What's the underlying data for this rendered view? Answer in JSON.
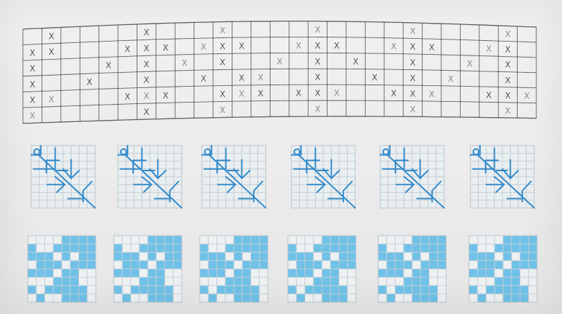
{
  "colors": {
    "paper": "#ececec",
    "grid_line": "#2b2b2b",
    "x_mark": "#3a3a3a",
    "light_grid": "#b9c4cc",
    "motif_line": "#2f88c9",
    "motif_fill": "#6fc1e8"
  },
  "cross_stitch": {
    "rows": 6,
    "cols": 27,
    "mark": "X",
    "marks": [
      [
        1,
        0
      ],
      [
        6,
        0
      ],
      [
        10,
        0
      ],
      [
        15,
        0
      ],
      [
        20,
        0
      ],
      [
        25,
        0
      ],
      [
        0,
        1
      ],
      [
        1,
        1
      ],
      [
        5,
        1
      ],
      [
        6,
        1
      ],
      [
        7,
        1
      ],
      [
        9,
        1
      ],
      [
        10,
        1
      ],
      [
        11,
        1
      ],
      [
        14,
        1
      ],
      [
        15,
        1
      ],
      [
        16,
        1
      ],
      [
        19,
        1
      ],
      [
        20,
        1
      ],
      [
        21,
        1
      ],
      [
        24,
        1
      ],
      [
        25,
        1
      ],
      [
        0,
        2
      ],
      [
        4,
        2
      ],
      [
        6,
        2
      ],
      [
        8,
        2
      ],
      [
        10,
        2
      ],
      [
        13,
        2
      ],
      [
        15,
        2
      ],
      [
        17,
        2
      ],
      [
        20,
        2
      ],
      [
        23,
        2
      ],
      [
        25,
        2
      ],
      [
        0,
        3
      ],
      [
        3,
        3
      ],
      [
        6,
        3
      ],
      [
        9,
        3
      ],
      [
        11,
        3
      ],
      [
        12,
        3
      ],
      [
        15,
        3
      ],
      [
        18,
        3
      ],
      [
        20,
        3
      ],
      [
        22,
        3
      ],
      [
        25,
        3
      ],
      [
        0,
        4
      ],
      [
        1,
        4
      ],
      [
        5,
        4
      ],
      [
        6,
        4
      ],
      [
        7,
        4
      ],
      [
        10,
        4
      ],
      [
        11,
        4
      ],
      [
        12,
        4
      ],
      [
        14,
        4
      ],
      [
        15,
        4
      ],
      [
        16,
        4
      ],
      [
        19,
        4
      ],
      [
        20,
        4
      ],
      [
        21,
        4
      ],
      [
        24,
        4
      ],
      [
        25,
        4
      ],
      [
        26,
        4
      ],
      [
        0,
        5
      ],
      [
        6,
        5
      ],
      [
        10,
        5
      ],
      [
        15,
        5
      ],
      [
        20,
        5
      ],
      [
        25,
        5
      ]
    ]
  },
  "branch_tiles": {
    "count": 6,
    "grid": 8,
    "segments": [
      [
        0.6,
        0.9,
        8,
        8
      ],
      [
        1.2,
        1.2,
        1.2,
        0
      ],
      [
        1.2,
        1.2,
        0,
        1.2
      ],
      [
        1.9,
        1.9,
        3.5,
        1.9
      ],
      [
        1.9,
        1.9,
        1.9,
        3.5
      ],
      [
        3,
        0.3,
        3,
        3
      ],
      [
        0.3,
        3,
        3,
        3
      ],
      [
        3.2,
        3.2,
        4.6,
        3.2
      ],
      [
        5,
        1.8,
        5,
        4.2
      ],
      [
        5,
        4.2,
        4,
        3
      ],
      [
        5,
        4.2,
        6,
        3.2
      ],
      [
        2,
        5,
        4.2,
        5
      ],
      [
        4.2,
        5,
        3.2,
        6
      ],
      [
        4.2,
        5,
        3,
        4
      ],
      [
        6.5,
        5.8,
        7.6,
        4.6
      ],
      [
        6.5,
        5.8,
        6.5,
        7.2
      ],
      [
        4.6,
        6.8,
        6.5,
        6.8
      ]
    ]
  },
  "block_tiles": {
    "count": 6,
    "grid": 8,
    "cells": [
      [
        4,
        0
      ],
      [
        5,
        0
      ],
      [
        6,
        0
      ],
      [
        7,
        0
      ],
      [
        0,
        1
      ],
      [
        3,
        1
      ],
      [
        4,
        1
      ],
      [
        5,
        1
      ],
      [
        6,
        1
      ],
      [
        7,
        1
      ],
      [
        0,
        2
      ],
      [
        1,
        2
      ],
      [
        2,
        2
      ],
      [
        4,
        2
      ],
      [
        6,
        2
      ],
      [
        7,
        2
      ],
      [
        1,
        3
      ],
      [
        2,
        3
      ],
      [
        3,
        3
      ],
      [
        5,
        3
      ],
      [
        6,
        3
      ],
      [
        7,
        3
      ],
      [
        0,
        4
      ],
      [
        1,
        4
      ],
      [
        2,
        4
      ],
      [
        4,
        4
      ],
      [
        5,
        4
      ],
      [
        3,
        5
      ],
      [
        4,
        5
      ],
      [
        5,
        5
      ],
      [
        0,
        6
      ],
      [
        2,
        6
      ],
      [
        3,
        6
      ],
      [
        4,
        6
      ],
      [
        5,
        6
      ],
      [
        6,
        6
      ],
      [
        1,
        7
      ],
      [
        4,
        7
      ],
      [
        5,
        7
      ],
      [
        6,
        7
      ]
    ]
  }
}
